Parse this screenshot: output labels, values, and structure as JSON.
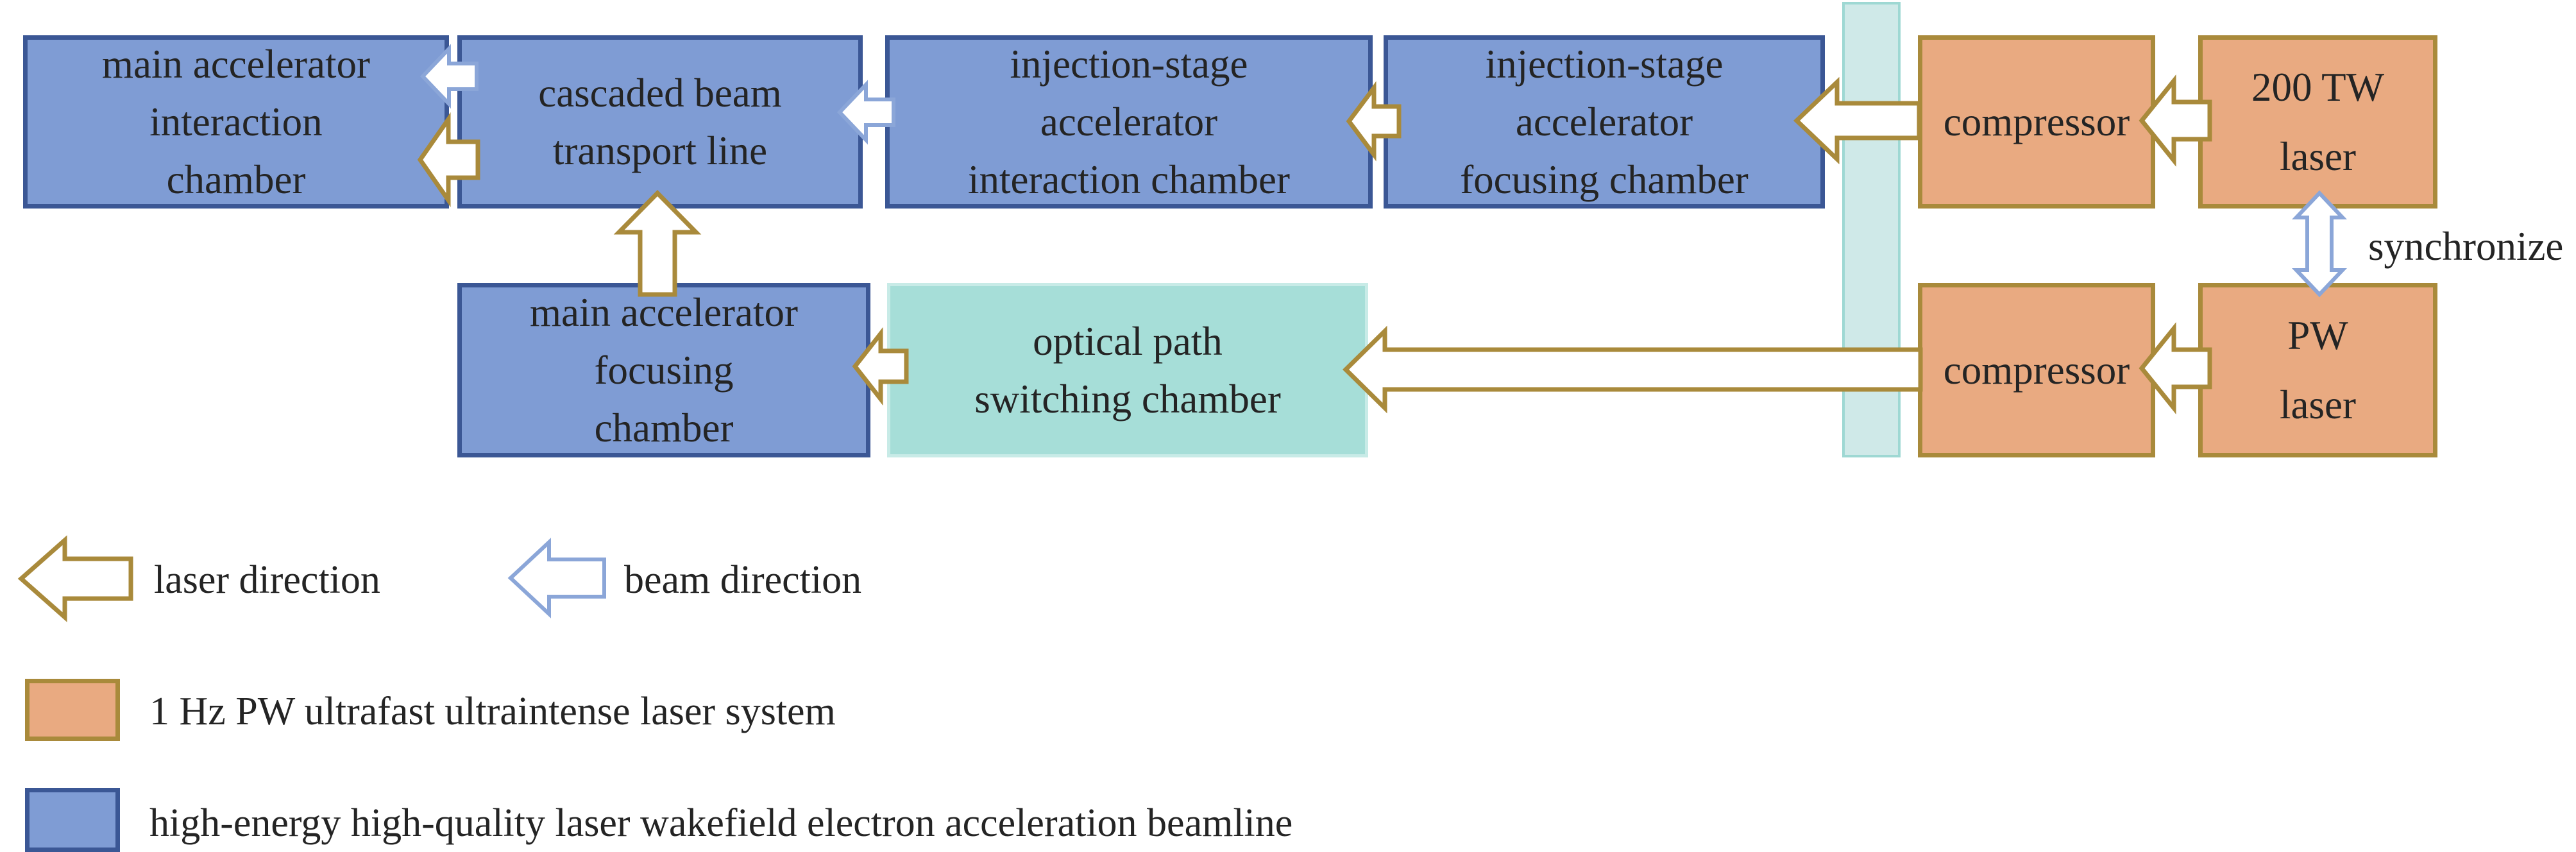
{
  "diagram": {
    "boxes": {
      "main_interaction": {
        "label": "main accelerator\ninteraction\nchamber"
      },
      "cascaded_transport": {
        "label": "cascaded beam\ntransport line"
      },
      "injection_interaction": {
        "label": "injection-stage\naccelerator\ninteraction chamber"
      },
      "injection_focusing": {
        "label": "injection-stage\naccelerator\nfocusing chamber"
      },
      "compressor_top": {
        "label": "compressor"
      },
      "laser_200tw": {
        "label": "200 TW\nlaser"
      },
      "main_focusing": {
        "label": "main accelerator\nfocusing\nchamber"
      },
      "optical_switching": {
        "label": "optical path\nswitching chamber"
      },
      "compressor_bottom": {
        "label": "compressor"
      },
      "laser_pw": {
        "label": "PW\nlaser"
      }
    },
    "annotations": {
      "synchronize": "synchronize"
    },
    "legend": {
      "laser_direction": "laser direction",
      "beam_direction": "beam direction",
      "orange_label": "1 Hz PW ultrafast ultraintense laser system",
      "blue_label": "high-energy high-quality laser wakefield electron acceleration beamline"
    },
    "colors": {
      "blue_fill": "#7f9cd4",
      "blue_border": "#3b5795",
      "teal_fill": "#a6ded8",
      "teal_box_border": "#c8ebe7",
      "teal_bar_fill": "#cfe9e8",
      "teal_bar_border": "#9ed8d3",
      "orange_fill": "#e9aa81",
      "tan_border": "#a98a3b",
      "beam_arrow": "#8ba6d8",
      "text": "#242424"
    }
  }
}
